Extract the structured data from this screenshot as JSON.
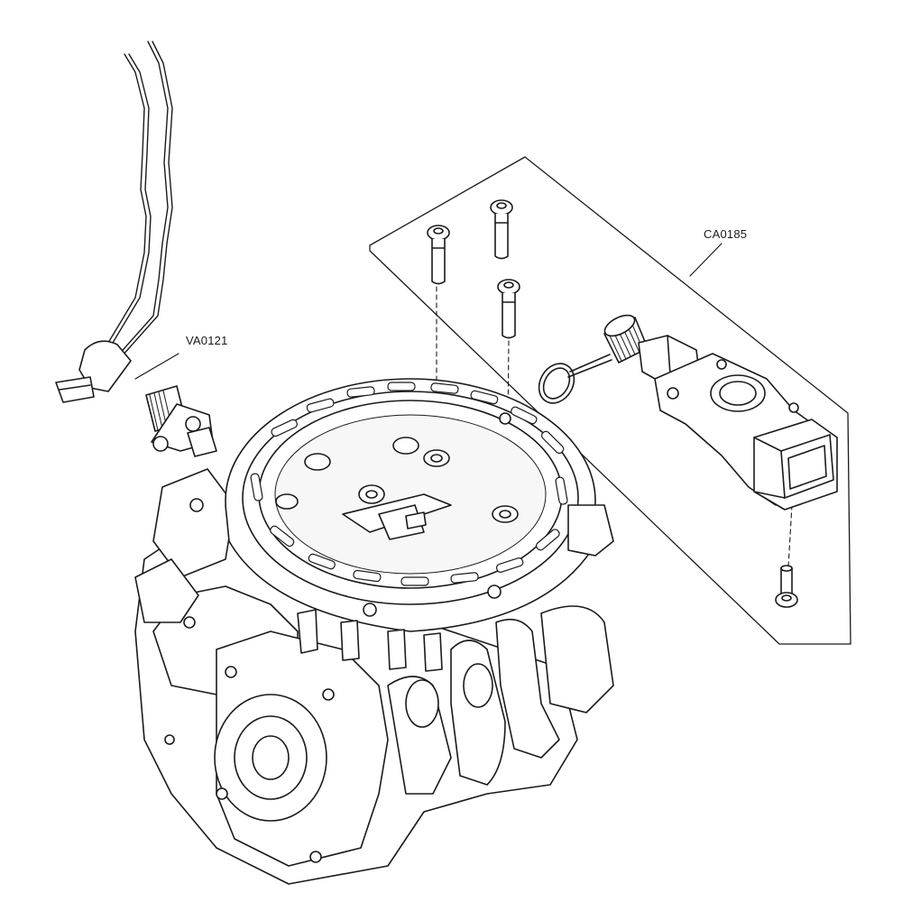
{
  "diagram": {
    "callouts": [
      {
        "id": "va",
        "text": "VA0121"
      },
      {
        "id": "ca",
        "text": "CA0185"
      }
    ],
    "colors": {
      "line": "#1a1a1a",
      "fill": "#ffffff",
      "shade": "#f2f2f2"
    }
  }
}
